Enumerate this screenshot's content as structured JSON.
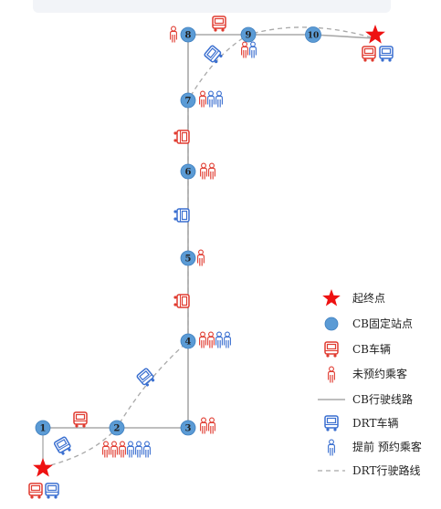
{
  "colors": {
    "station": "#5b9bd5",
    "station_stroke": "#3f7fbf",
    "cb": "#e03c31",
    "drt": "#3a6fd0",
    "route": "#a8a8a8",
    "star": "#ee1111"
  },
  "stations": [
    "1",
    "2",
    "3",
    "4",
    "5",
    "6",
    "7",
    "8",
    "9",
    "10"
  ],
  "legend": {
    "terminal": "起终点",
    "cb_stop": "CB固定站点",
    "cb_vehicle": "CB车辆",
    "unreserved": "未预约乘客",
    "cb_route": "CB行驶线路",
    "drt_vehicle": "DRT车辆",
    "reserved": "提前 预约乘客",
    "drt_route": "DRT行驶路线"
  },
  "icons": {
    "terminal": "star-icon",
    "cb_vehicle": "red-bus-icon",
    "drt_vehicle": "blue-bus-icon",
    "unreserved": "red-person-icon",
    "reserved": "blue-person-icon"
  }
}
